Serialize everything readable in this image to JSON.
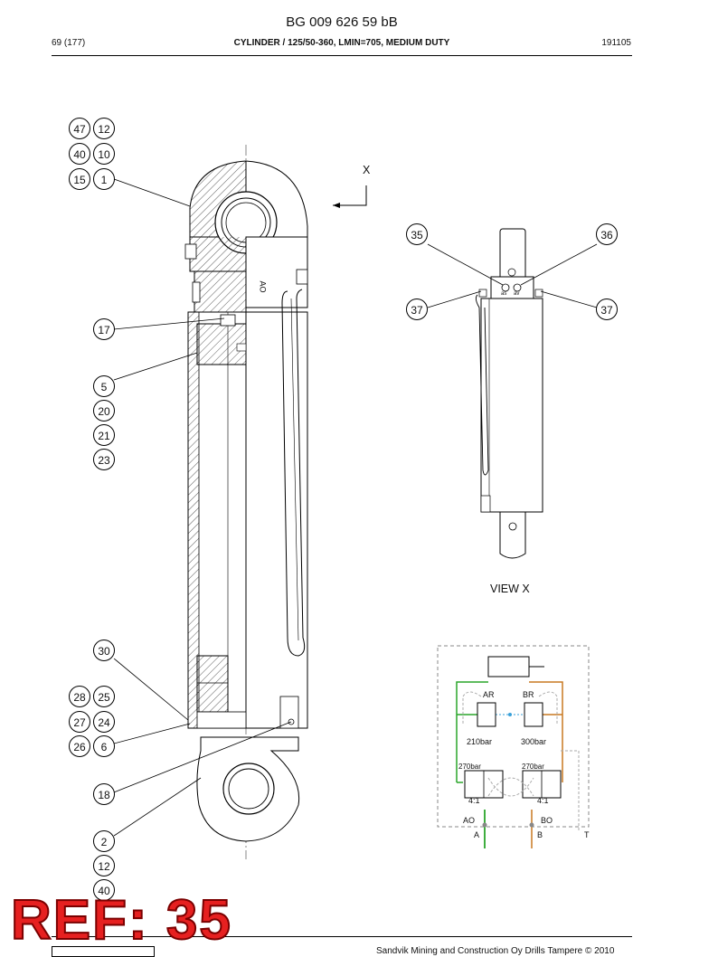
{
  "header": {
    "doc_number": "BG 009 626 59 bB",
    "page": "69 (177)",
    "title": "CYLINDER / 125/50-360, LMIN=705, MEDIUM DUTY",
    "date": "191105"
  },
  "view_label": "VIEW X",
  "x_marker": "X",
  "balloons_left": [
    "47",
    "12",
    "40",
    "10",
    "15",
    "1",
    "17",
    "5",
    "20",
    "21",
    "23",
    "30",
    "28",
    "25",
    "27",
    "24",
    "26",
    "6",
    "18",
    "2",
    "12",
    "40"
  ],
  "balloons_view": [
    "35",
    "36",
    "37",
    "37"
  ],
  "port_label_main": "AO",
  "port_labels_view": [
    "as",
    "av"
  ],
  "hydraulic": {
    "labels": [
      "AR",
      "BR",
      "210bar",
      "300bar",
      "270bar",
      "270bar",
      "4:1",
      "4:1",
      "AO",
      "BO",
      "A",
      "B",
      "T"
    ]
  },
  "colors": {
    "green": "#2aa52a",
    "orange": "#c87820",
    "blue": "#3aa0d8",
    "ref_red": "#e62020"
  },
  "footer": {
    "copyright": "Sandvik Mining and Construction Oy Drills Tampere © 2010",
    "ref": "REF: 35"
  }
}
